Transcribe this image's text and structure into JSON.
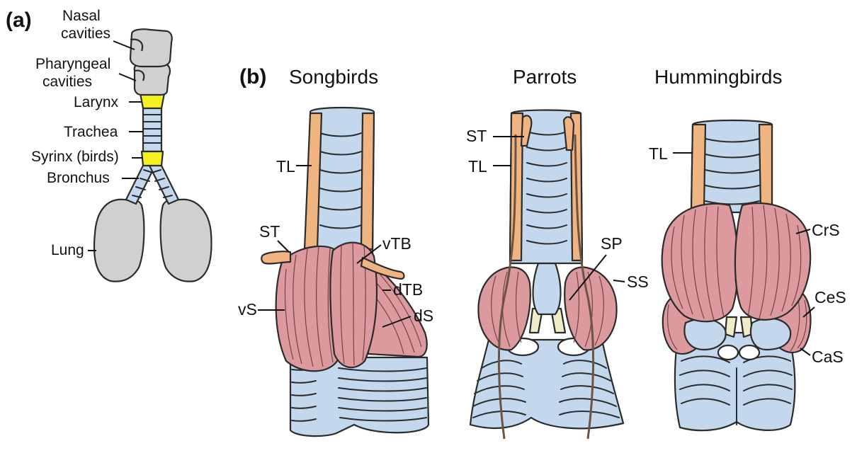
{
  "panel_a": {
    "letter": "(a)",
    "labels": {
      "nasal_1": "Nasal",
      "nasal_2": "cavities",
      "pharyngeal_1": "Pharyngeal",
      "pharyngeal_2": "cavities",
      "larynx": "Larynx",
      "trachea": "Trachea",
      "syrinx": "Syrinx (birds)",
      "bronchus": "Bronchus",
      "lung": "Lung"
    }
  },
  "panel_b": {
    "letter": "(b)",
    "songbirds": {
      "title": "Songbirds",
      "labels": {
        "tl": "TL",
        "st": "ST",
        "vtb": "vTB",
        "dtb": "dTB",
        "vs": "vS",
        "ds": "dS"
      }
    },
    "parrots": {
      "title": "Parrots",
      "labels": {
        "st": "ST",
        "tl": "TL",
        "sp": "SP",
        "ss": "SS"
      }
    },
    "hummingbirds": {
      "title": "Hummingbirds",
      "labels": {
        "tl": "TL",
        "crs": "CrS",
        "ces": "CeS",
        "cas": "CaS"
      }
    }
  },
  "colors": {
    "cavity_grey": "#d0d0d0",
    "cartilage_blue": "#c3d8ec",
    "muscle_pink": "#dd9a9e",
    "tracheolateralis_orange": "#efb480",
    "syrinx_yellow": "#f5f022",
    "membrane_cream": "#f0ecc8"
  }
}
